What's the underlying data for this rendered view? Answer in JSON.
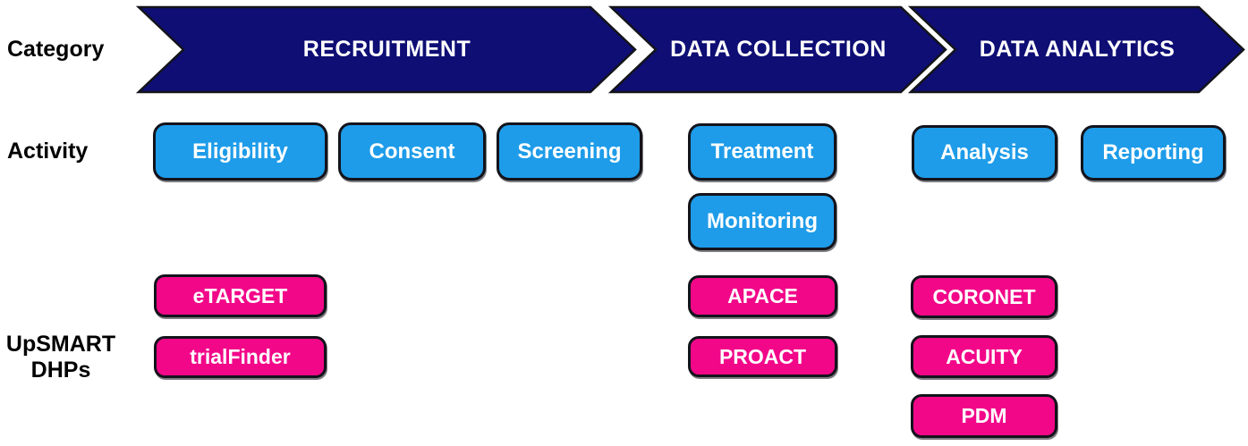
{
  "labels": {
    "category": "Category",
    "activity": "Activity",
    "dhps_line1": "UpSMART",
    "dhps_line2": "DHPs"
  },
  "colors": {
    "category_fill": "#0E0E75",
    "activity_fill": "#1E9CE9",
    "dhp_fill": "#F20789",
    "outline": "#13131B",
    "box_text": "#FFFFFF",
    "label_text": "#000000"
  },
  "columns": [
    {
      "category": "RECRUITMENT",
      "activities": [
        "Eligibility",
        "Consent",
        "Screening"
      ],
      "dhps": [
        "eTARGET",
        "trialFinder"
      ]
    },
    {
      "category": "DATA COLLECTION",
      "activities": [
        "Treatment",
        "Monitoring"
      ],
      "dhps": [
        "APACE",
        "PROACT"
      ]
    },
    {
      "category": "DATA ANALYTICS",
      "activities": [
        "Analysis",
        "Reporting"
      ],
      "dhps": [
        "CORONET",
        "ACUITY",
        "PDM"
      ]
    }
  ]
}
